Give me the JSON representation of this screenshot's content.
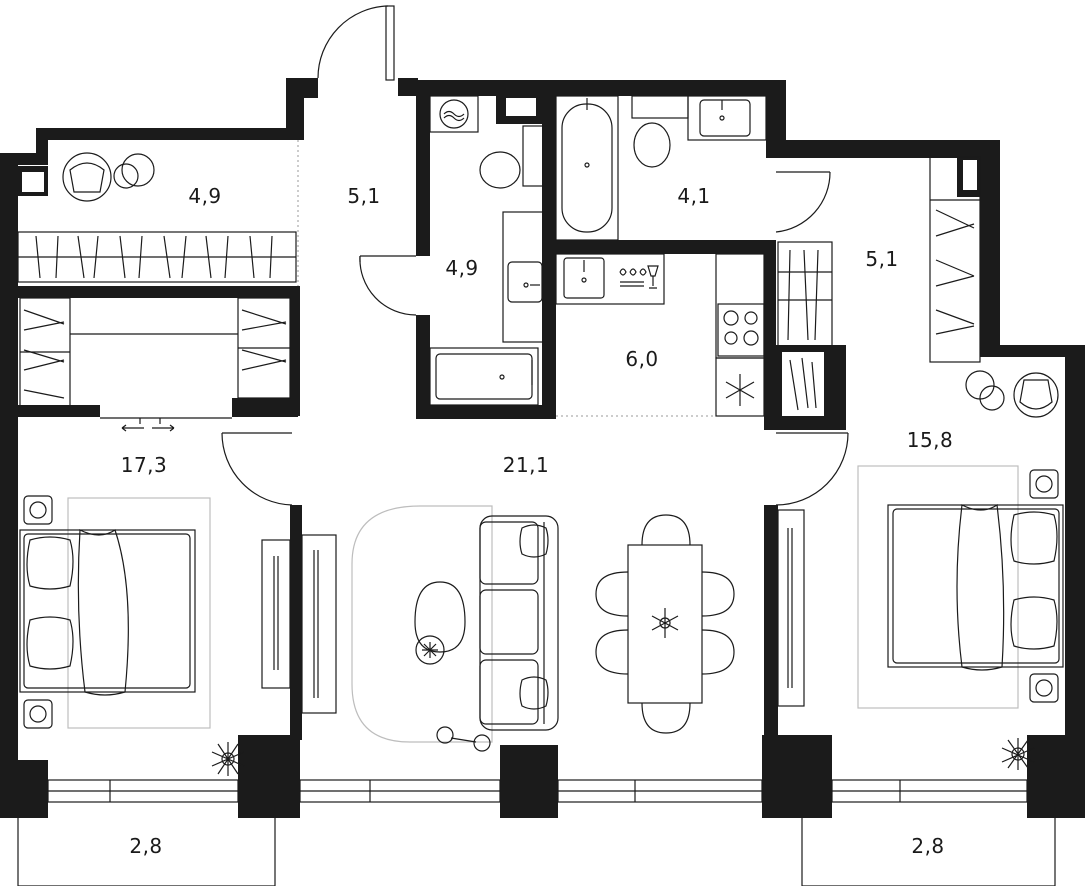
{
  "rooms": [
    {
      "id": "balcony-top-left",
      "area": "4,9"
    },
    {
      "id": "entry-hall",
      "area": "5,1"
    },
    {
      "id": "bathroom-left",
      "area": "4,9"
    },
    {
      "id": "bathroom-right",
      "area": "4,1"
    },
    {
      "id": "kitchen",
      "area": "6,0"
    },
    {
      "id": "hall-right",
      "area": "5,1"
    },
    {
      "id": "bedroom-left",
      "area": "17,3"
    },
    {
      "id": "living-room",
      "area": "21,1"
    },
    {
      "id": "bedroom-right",
      "area": "15,8"
    },
    {
      "id": "balcony-bottom-left",
      "area": "2,8"
    },
    {
      "id": "balcony-bottom-right",
      "area": "2,8"
    }
  ],
  "icons": [
    "washing-machine-icon",
    "toilet-icon",
    "sink-icon",
    "bathtub-icon",
    "shower-icon",
    "stove-icon",
    "snowflake-icon",
    "dishes-icon",
    "plant-icon",
    "armchair-icon",
    "bed-icon",
    "sofa-icon",
    "dining-table-icon",
    "wardrobe-icon",
    "sliding-door-arrows-icon"
  ]
}
